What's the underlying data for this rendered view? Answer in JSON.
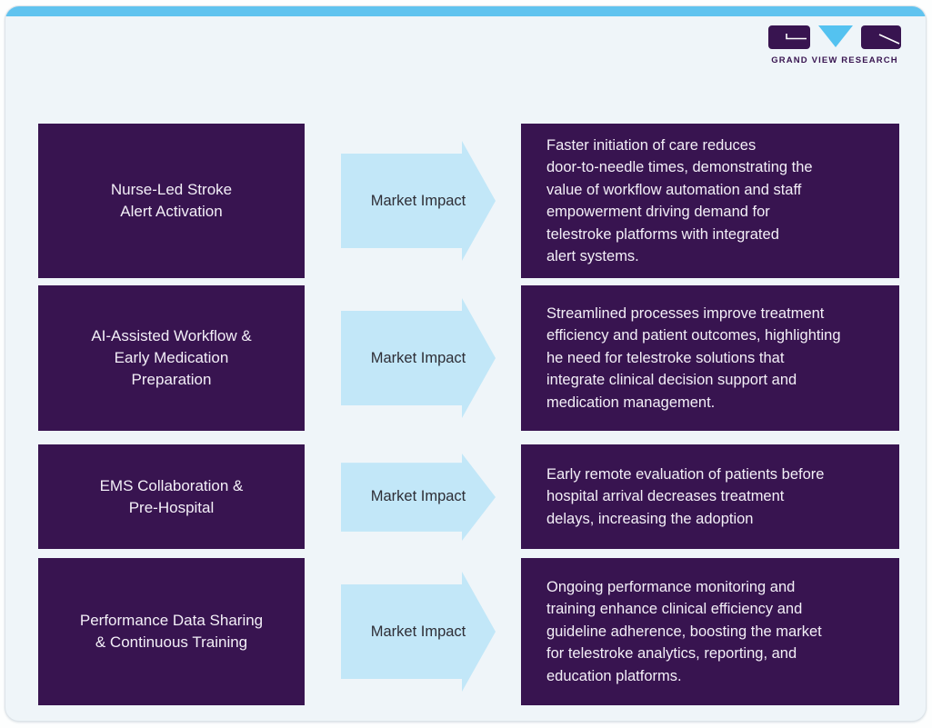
{
  "page": {
    "background_color": "#eff5f9",
    "top_accent_color": "#60c3ef"
  },
  "logo": {
    "brand": "GRAND VIEW RESEARCH",
    "purple": "#381450",
    "blue": "#54c2f0"
  },
  "colors": {
    "box_purple": "#381450",
    "arrow_blue": "#c2e7f8",
    "arrow_text": "#2e2e36",
    "box_text": "#f3eff7"
  },
  "rows": [
    {
      "topic": "Nurse-Led Stroke\nAlert Activation",
      "arrow_label": "Market Impact",
      "impact": "Faster initiation of care reduces\ndoor-to-needle times, demonstrating the\nvalue of workflow automation and staff\nempowerment driving demand for\ntelestroke platforms with integrated\nalert systems."
    },
    {
      "topic": "AI-Assisted Workflow &\nEarly Medication\nPreparation",
      "arrow_label": "Market Impact",
      "impact": "Streamlined processes improve treatment\nefficiency and patient outcomes, highlighting\nhe need for telestroke solutions that\nintegrate clinical decision support and\nmedication management."
    },
    {
      "topic": "EMS Collaboration &\nPre-Hospital",
      "arrow_label": "Market Impact",
      "impact": "Early remote evaluation of patients before\nhospital arrival decreases treatment\ndelays, increasing the adoption"
    },
    {
      "topic": "Performance Data Sharing\n& Continuous Training",
      "arrow_label": "Market Impact",
      "impact": "Ongoing performance monitoring and\ntraining enhance clinical efficiency and\nguideline adherence, boosting the market\nfor telestroke analytics, reporting, and\neducation platforms."
    }
  ]
}
